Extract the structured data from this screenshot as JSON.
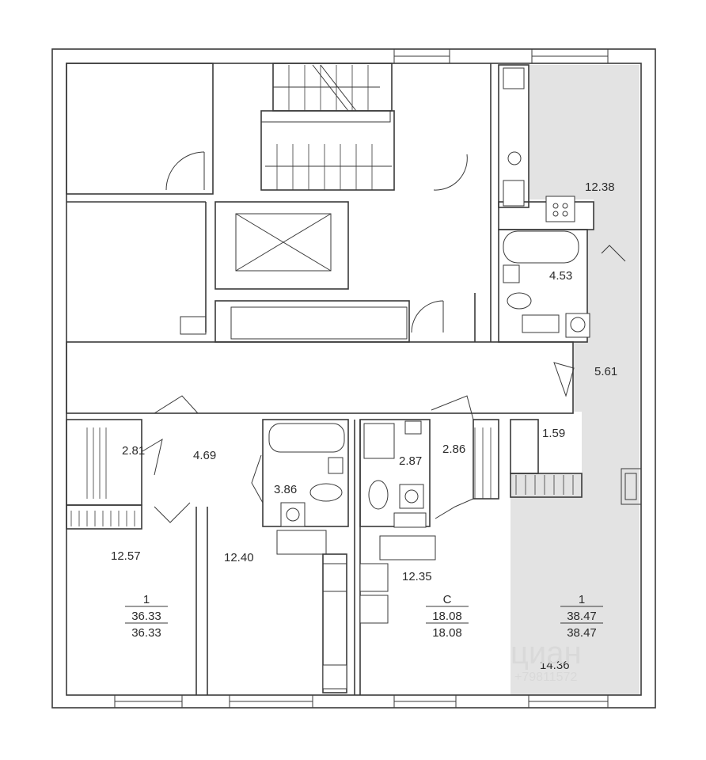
{
  "plan": {
    "highlight_color": "#e3e3e3",
    "wall_color": "#3a3a3a",
    "room_areas": {
      "r1": "12.38",
      "r2": "4.53",
      "r3": "5.61",
      "r4": "2.81",
      "r5": "4.69",
      "r6": "3.86",
      "r7": "2.87",
      "r8": "2.86",
      "r9": "1.59",
      "r10": "12.57",
      "r11": "12.40",
      "r12": "12.35",
      "r13": "14.36"
    },
    "apartments": [
      {
        "type": "1",
        "total": "36.33",
        "living": "36.33"
      },
      {
        "type": "С",
        "total": "18.08",
        "living": "18.08"
      },
      {
        "type": "1",
        "total": "38.47",
        "living": "38.47"
      }
    ],
    "watermark": {
      "brand": "циан",
      "number": "+79811572"
    }
  }
}
